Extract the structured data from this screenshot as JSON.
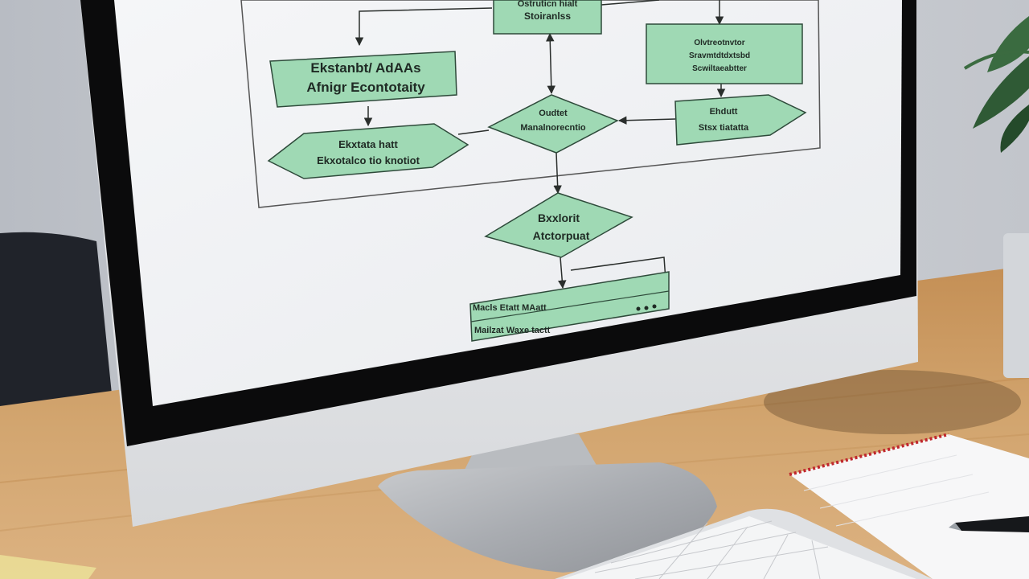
{
  "colors": {
    "wall": "#c3c6cc",
    "desk": "#c99a63",
    "bezel": "#0b0b0c",
    "monitor_body": "#e4e5e7",
    "screen": "#f1f2f4",
    "node_fill": "#9fd9b4",
    "node_stroke": "#2e4a3a",
    "line": "#2a2e2c"
  },
  "flowchart": {
    "top_box": "Ostruticn hialt",
    "top_box_sub": "Stoiranlss",
    "process_left_line1": "Ekstanbt/ AdAAs",
    "process_left_line2": "Afnigr Econtotaity",
    "hexagon_line1": "Ekxtata hatt",
    "hexagon_line2": "Ekxotalco tio knotiot",
    "decision_center_line1": "Oudtet",
    "decision_center_line2": "Manalnorecntio",
    "right_box_line1": "Olvtreotnvtor",
    "right_box_line2": "Sravmtdtdxtsbd",
    "right_box_line3": "Scwiltaeabtter",
    "arrow_box_line1": "Ehdutt",
    "arrow_box_line2": "Stsx tiatatta",
    "decision_bottom_line1": "Bxxlorit",
    "decision_bottom_line2": "Atctorpuat",
    "bottom_bar_line1": "Macls Etatt MAatt",
    "bottom_bar_line2": "Mailzat Waxe tactt"
  }
}
